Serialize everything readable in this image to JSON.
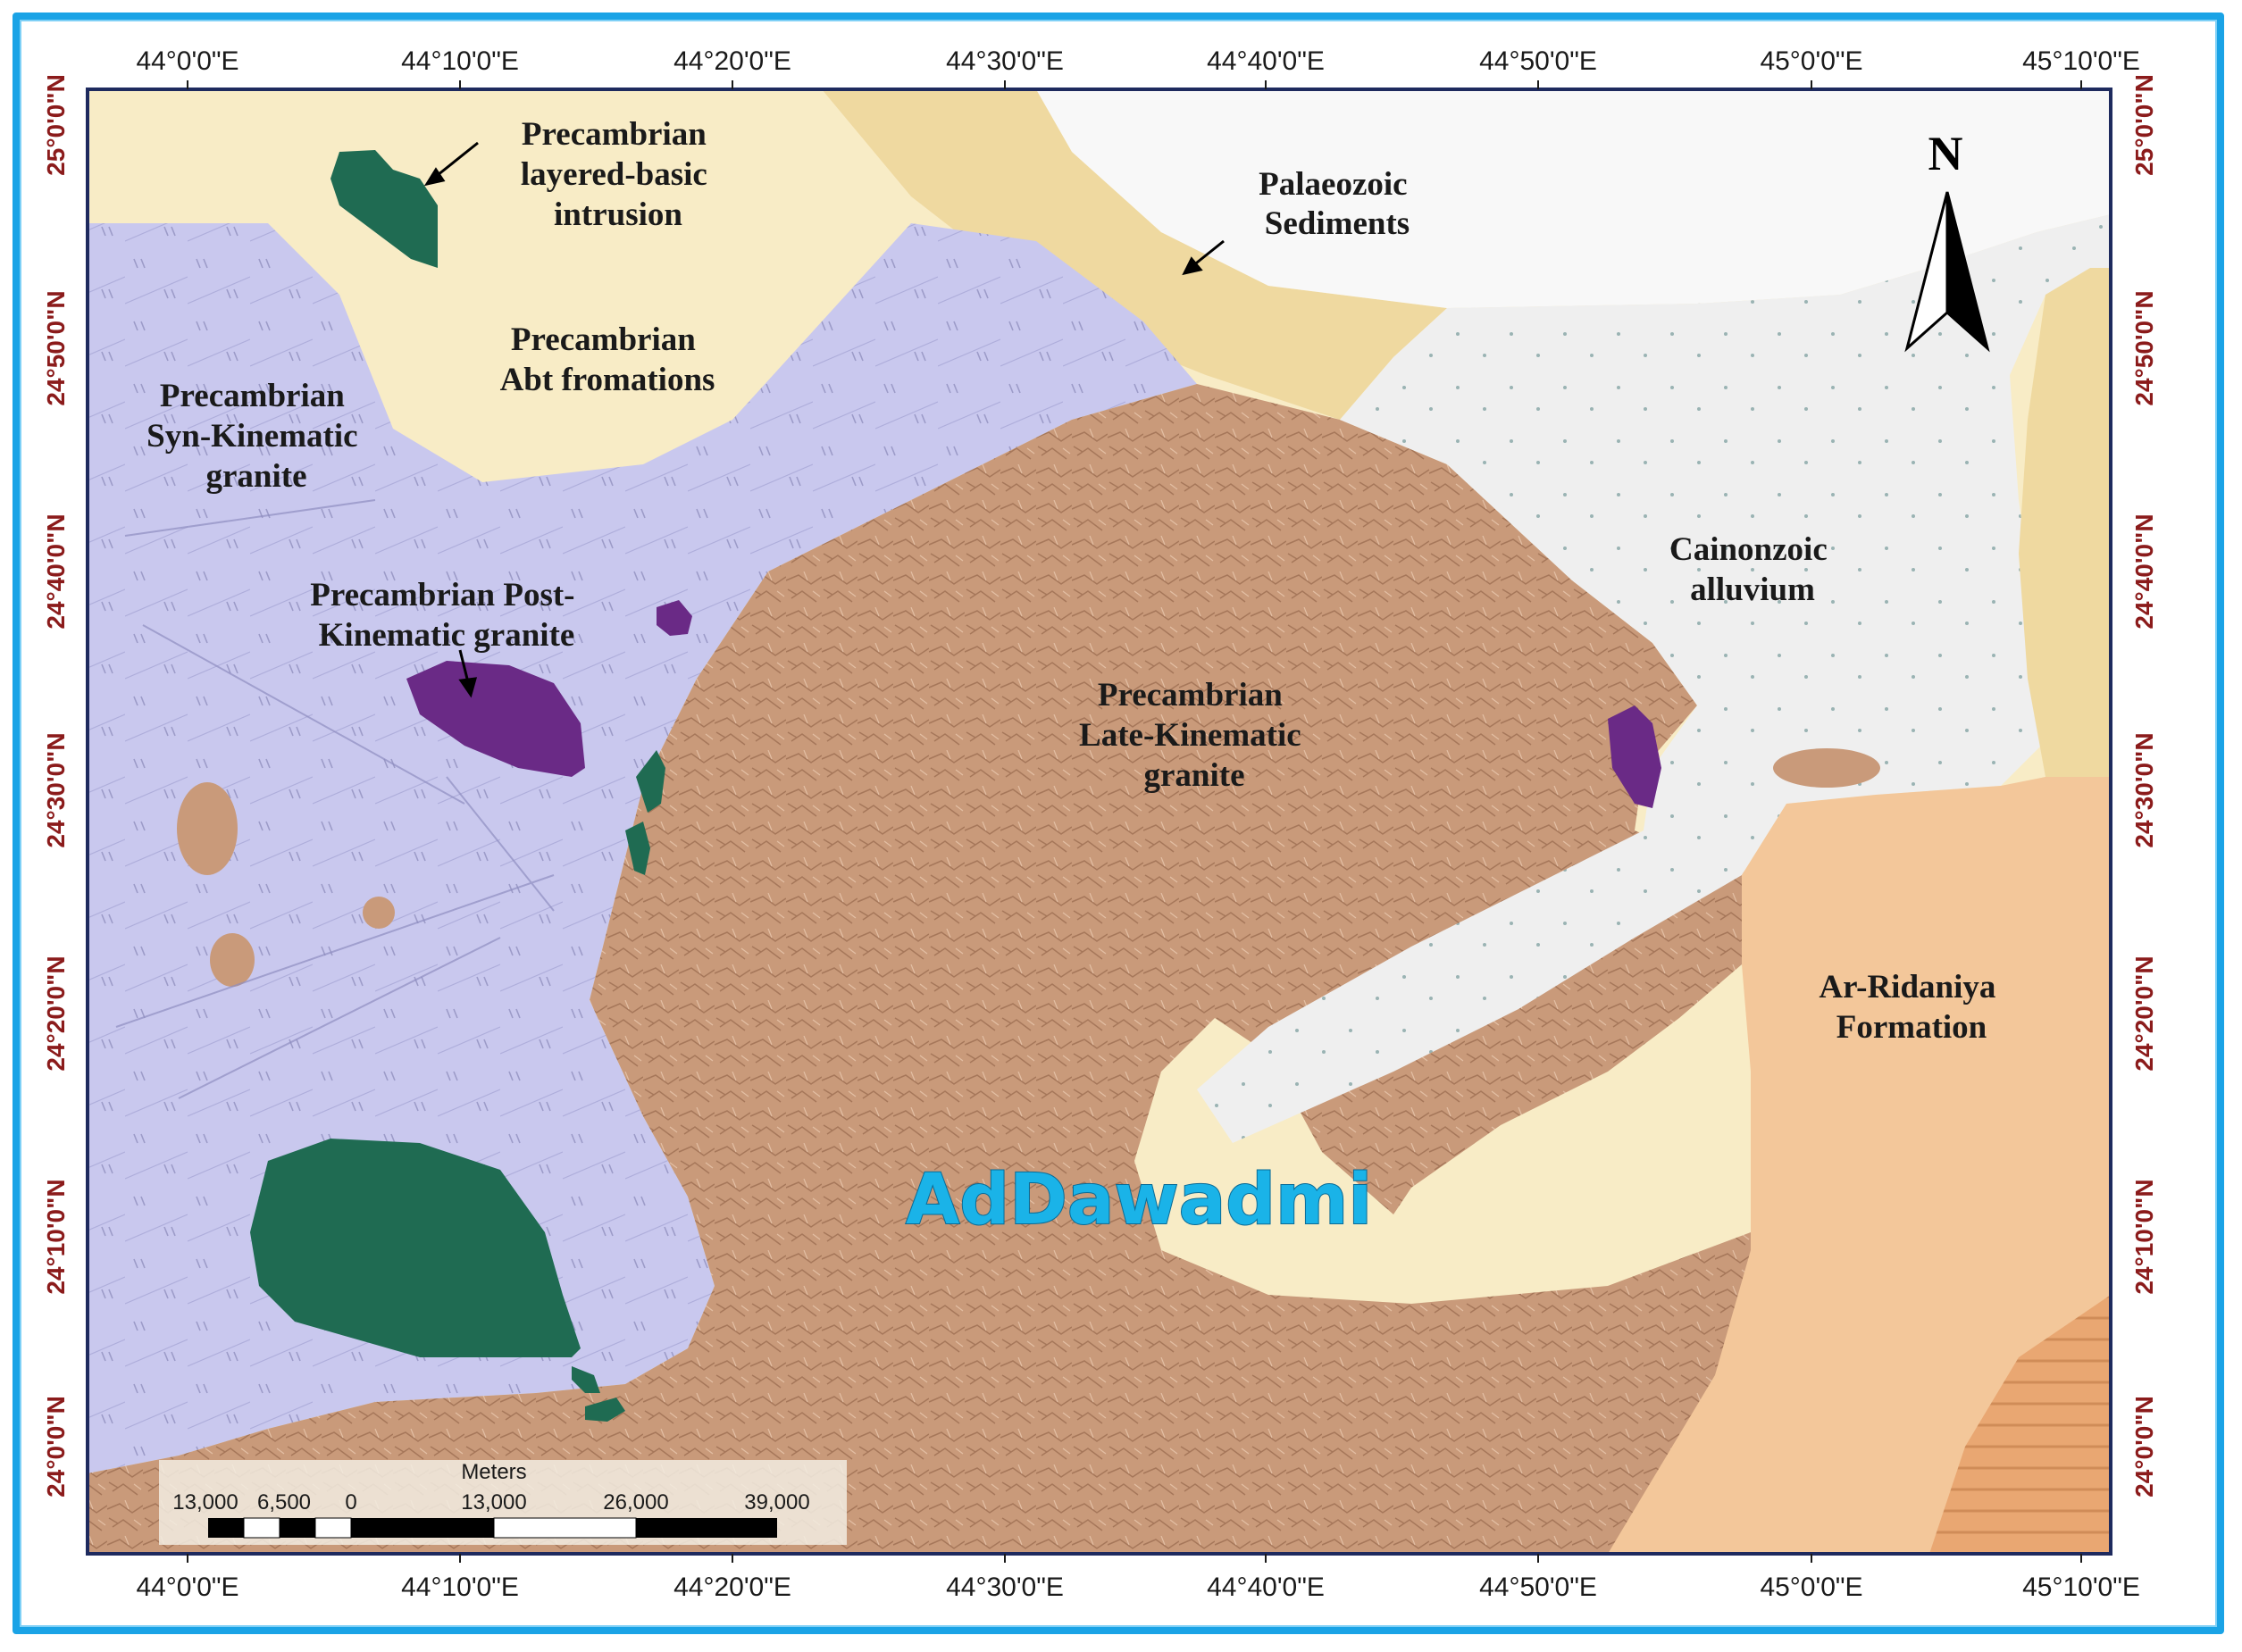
{
  "map": {
    "title": "AdDawadmi",
    "north_label": "N",
    "longitude_labels": [
      "44°0'0\"E",
      "44°10'0\"E",
      "44°20'0\"E",
      "44°30'0\"E",
      "44°40'0\"E",
      "44°50'0\"E",
      "45°0'0\"E",
      "45°10'0\"E"
    ],
    "latitude_labels": [
      "25°0'0\"N",
      "24°50'0\"N",
      "24°40'0\"N",
      "24°30'0\"N",
      "24°20'0\"N",
      "24°10'0\"N",
      "24°0'0\"N"
    ],
    "units": [
      {
        "name": "Precambrian layered-basic intrusion",
        "lines": [
          "Precambrian",
          "layered-basic",
          "intrusion"
        ],
        "color": "#1f6b52"
      },
      {
        "name": "Palaeozoic Sediments",
        "lines": [
          "Palaeozoic",
          "Sediments"
        ],
        "color": "#efd9a0"
      },
      {
        "name": "Precambrian Abt fromations",
        "lines": [
          "Precambrian",
          "Abt fromations"
        ],
        "color": "#f8ecc6"
      },
      {
        "name": "Precambrian Syn-Kinematic granite",
        "lines": [
          "Precambrian",
          "Syn-Kinematic",
          "granite"
        ],
        "color": "#c9c8ee"
      },
      {
        "name": "Precambrian Post-Kinematic granite",
        "lines": [
          "Precambrian Post-",
          "Kinematic granite"
        ],
        "color": "#6a2a86"
      },
      {
        "name": "Cainonzoic alluvium",
        "lines": [
          "Cainonzoic",
          "alluvium"
        ],
        "color": "#efefef"
      },
      {
        "name": "Precambrian Late-Kinematic granite",
        "lines": [
          "Precambrian",
          "Late-Kinematic",
          "granite"
        ],
        "color": "#c99a7a"
      },
      {
        "name": "Ar-Ridaniya Formation",
        "lines": [
          "Ar-Ridaniya",
          "Formation"
        ],
        "color": "#f3c79a"
      }
    ],
    "scale_bar": {
      "unit": "Meters",
      "labels": [
        "13,000",
        "6,500",
        "0",
        "13,000",
        "26,000",
        "39,000"
      ]
    }
  }
}
